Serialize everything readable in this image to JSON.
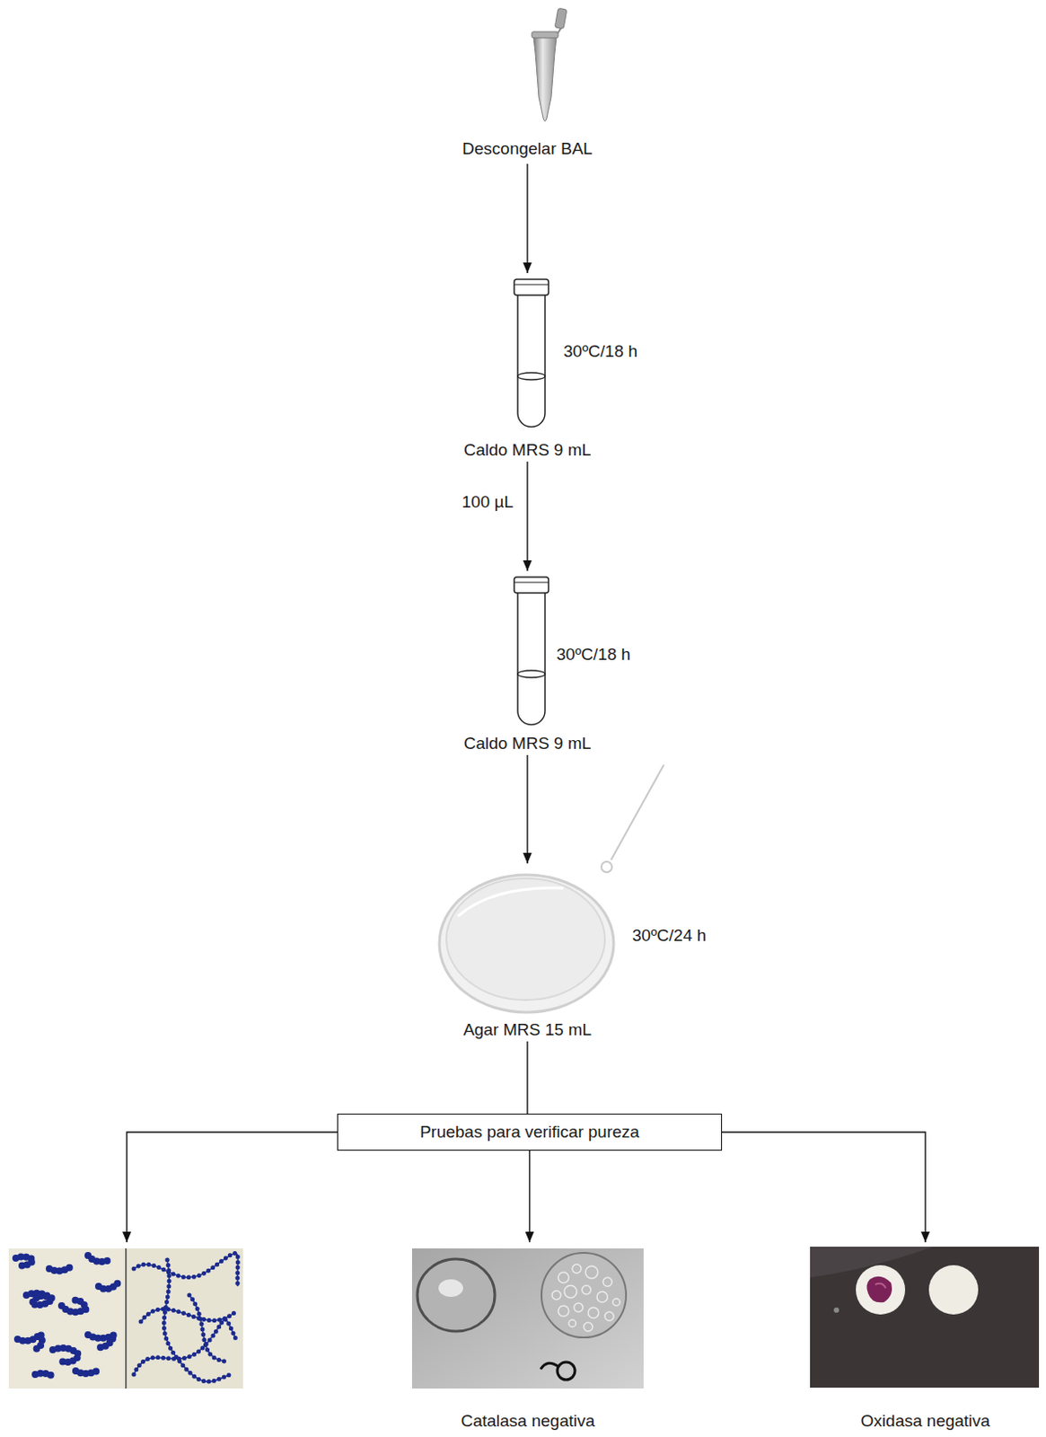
{
  "diagram": {
    "nodes": [
      {
        "text": [
          "Descongelar BAL"
        ]
      },
      {
        "text": [
          "Caldo MRS 9 mL",
          "30ºC/18 h"
        ]
      },
      {
        "text": [
          "Caldo MRS 9 mL",
          "30ºC/18 h"
        ]
      },
      {
        "text": [
          "Agar MRS 15 mL",
          "30ºC/24 h"
        ]
      },
      {
        "text": [
          "Pruebas para verificar pureza"
        ]
      },
      {
        "text": [
          "Catalasa negativa"
        ]
      },
      {
        "text": [
          "Oxidasa negativa"
        ]
      }
    ],
    "edges": [
      {
        "from": 0,
        "to": 1,
        "arrow": "to"
      },
      {
        "from": 1,
        "to": 2,
        "label": "100 µL",
        "arrow": "to"
      },
      {
        "from": 2,
        "to": 3,
        "arrow": "to"
      },
      {
        "from": 3,
        "to": 4,
        "arrow": "none"
      },
      {
        "from": 4,
        "to": 5,
        "arrow": "to"
      },
      {
        "from": 4,
        "to": 6,
        "arrow": "to"
      }
    ]
  }
}
